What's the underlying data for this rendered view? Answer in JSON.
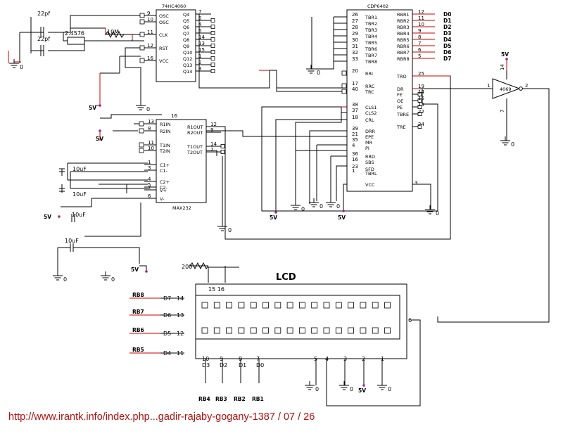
{
  "chips": {
    "hc4060": {
      "title": "74HC4060",
      "left": [
        [
          "9",
          "OSC"
        ],
        [
          "10",
          "OSC"
        ],
        [
          "11",
          "CLK"
        ],
        [
          "12",
          "RST"
        ],
        [
          "16",
          "VCC"
        ]
      ],
      "right": [
        [
          "7",
          "Q4"
        ],
        [
          "5",
          "Q5"
        ],
        [
          "4",
          "Q6"
        ],
        [
          "6",
          "Q7"
        ],
        [
          "14",
          "Q8"
        ],
        [
          "13",
          "Q9"
        ],
        [
          "15",
          "Q10"
        ],
        [
          "1",
          "Q12"
        ],
        [
          "2",
          "Q13"
        ],
        [
          "3",
          "Q14"
        ]
      ]
    },
    "cdp6402": {
      "title": "CDP6402",
      "left": [
        [
          "26",
          "TBR1"
        ],
        [
          "27",
          "TBR2"
        ],
        [
          "28",
          "TBR3"
        ],
        [
          "29",
          "TBR4"
        ],
        [
          "30",
          "TBR5"
        ],
        [
          "31",
          "TBR6"
        ],
        [
          "32",
          "TBR7"
        ],
        [
          "33",
          "TBR8"
        ],
        [
          "20",
          "RRI"
        ],
        [
          "17",
          "RRC"
        ],
        [
          "40",
          "TRC"
        ],
        [
          "38",
          "CLS1"
        ],
        [
          "37",
          "CLS2"
        ],
        [
          "18",
          "CRL"
        ],
        [
          "39",
          "DRR"
        ],
        [
          "21",
          "EPE"
        ],
        [
          "35",
          "MR"
        ],
        [
          "4",
          "PI"
        ],
        [
          "36",
          "RRD"
        ],
        [
          "16",
          "SBS"
        ],
        [
          "23",
          "SFD"
        ],
        [
          "1",
          "TBRL"
        ],
        [
          "",
          "VCC"
        ]
      ],
      "right": [
        [
          "12",
          "RBR1"
        ],
        [
          "11",
          "RBR2"
        ],
        [
          "10",
          "RBR3"
        ],
        [
          "9",
          "RBR4"
        ],
        [
          "8",
          "RBR5"
        ],
        [
          "7",
          "RBR6"
        ],
        [
          "6",
          "RBR7"
        ],
        [
          "5",
          "RBR8"
        ],
        [
          "25",
          "TRO"
        ],
        [
          "19",
          "DR"
        ],
        [
          "14",
          "FE"
        ],
        [
          "15",
          "OE"
        ],
        [
          "13",
          "PE"
        ],
        [
          "22",
          "TBRE"
        ],
        [
          "24",
          "TRE"
        ]
      ],
      "pin3": "3"
    },
    "max232": {
      "title": "MAX232",
      "left": [
        [
          "13",
          "R1IN"
        ],
        [
          "8",
          "R2IN"
        ],
        [
          "11",
          "T1IN"
        ],
        [
          "10",
          "T2IN"
        ],
        [
          "1",
          "C1+"
        ],
        [
          "3",
          "C1-"
        ],
        [
          "4",
          "C2+"
        ],
        [
          "5",
          "C2-"
        ],
        [
          "2",
          "V+"
        ],
        [
          "6",
          "V-"
        ]
      ],
      "right": [
        [
          "12",
          "R1OUT"
        ],
        [
          "9",
          "R2OUT"
        ],
        [
          "14",
          "T1OUT"
        ],
        [
          "7",
          "T2OUT"
        ]
      ],
      "pin16": "16"
    },
    "inv4069": {
      "title": "4069",
      "in_pin": "1",
      "out_pin": "2",
      "vdd_pin": "14",
      "vss_pin": "7"
    }
  },
  "nets": {
    "d_bus": [
      "D0",
      "D1",
      "D2",
      "D3",
      "D4",
      "D5",
      "D6",
      "D7"
    ],
    "rb_left": [
      "RB8",
      "RB7",
      "RB6",
      "RB5"
    ],
    "rb_bottom": [
      "RB4",
      "RB3",
      "RB2",
      "RB1"
    ],
    "supply": "5V",
    "ground": "0"
  },
  "parts": {
    "cap_22pf_top": "22pf",
    "cap_22pf_bottom": "22pf",
    "crystal": "2.4576",
    "res_10m": "10M",
    "cap_10uf_1": "10uF",
    "cap_10uf_2": "10uF",
    "cap_10uf_3": "10uF",
    "cap_10uf_4": "10uF",
    "res_200": "200"
  },
  "lcd": {
    "title": "LCD",
    "top_pins": "15  16",
    "left_pins": [
      [
        "D7",
        "14"
      ],
      [
        "D6",
        "13"
      ],
      [
        "D5",
        "12"
      ],
      [
        "D4",
        "11"
      ]
    ],
    "bottom_pins": [
      [
        "10",
        "D3"
      ],
      [
        "9",
        "D2"
      ],
      [
        "8",
        "D1"
      ],
      [
        "7",
        "D0"
      ]
    ],
    "right_pins": [
      "5",
      "4",
      "3",
      "2",
      "1"
    ],
    "side_pin": "6",
    "cells_per_row": 16
  },
  "footer": "http://www.irantk.info/index.php...gadir-rajaby-gogany-1387 / 07 / 26"
}
